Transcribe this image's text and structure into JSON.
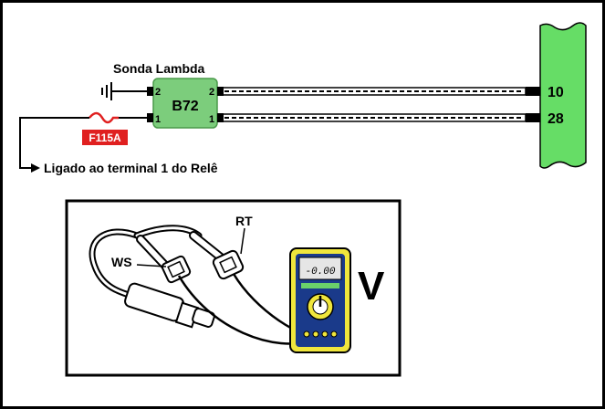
{
  "component": {
    "title": "Sonda Lambda",
    "code": "B72",
    "pins_left": [
      "2",
      "1"
    ],
    "pins_right": [
      "2",
      "1"
    ],
    "color": "#7ccd7c"
  },
  "fuse": {
    "label": "F115A",
    "color": "#e02020"
  },
  "relay_note": "Ligado ao terminal 1 do Relê",
  "ecu": {
    "pins": [
      "10",
      "28"
    ],
    "color": "#66dd66"
  },
  "inset": {
    "sensor_labels": [
      "RT",
      "WS"
    ],
    "meter_display": "-0.00",
    "meter_mode": "V",
    "meter_body_color": "#f0e63c",
    "meter_face_color": "#1a3a8a"
  }
}
